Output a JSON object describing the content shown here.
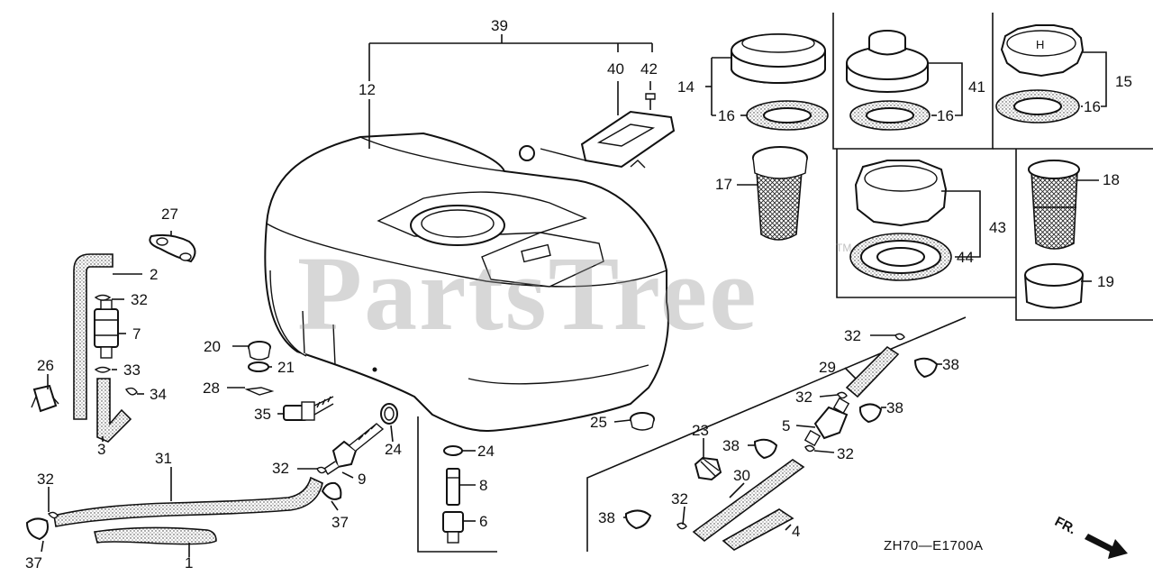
{
  "watermark": {
    "text": "PartsTree",
    "mark": "TM"
  },
  "drawing_code": "ZH70—E1700A",
  "front_label": "FR.",
  "callouts": [
    {
      "id": "c39",
      "text": "39"
    },
    {
      "id": "c12",
      "text": "12"
    },
    {
      "id": "c40",
      "text": "40"
    },
    {
      "id": "c42",
      "text": "42"
    },
    {
      "id": "c14",
      "text": "14"
    },
    {
      "id": "c16a",
      "text": "16"
    },
    {
      "id": "c17",
      "text": "17"
    },
    {
      "id": "c41",
      "text": "41"
    },
    {
      "id": "c16b",
      "text": "16"
    },
    {
      "id": "c15",
      "text": "15"
    },
    {
      "id": "c16c",
      "text": "16"
    },
    {
      "id": "c18",
      "text": "18"
    },
    {
      "id": "c43",
      "text": "43"
    },
    {
      "id": "c44",
      "text": "44"
    },
    {
      "id": "c19",
      "text": "19"
    },
    {
      "id": "c27",
      "text": "27"
    },
    {
      "id": "c2",
      "text": "2"
    },
    {
      "id": "c32a",
      "text": "32"
    },
    {
      "id": "c7",
      "text": "7"
    },
    {
      "id": "c26",
      "text": "26"
    },
    {
      "id": "c33",
      "text": "33"
    },
    {
      "id": "c34",
      "text": "34"
    },
    {
      "id": "c3",
      "text": "3"
    },
    {
      "id": "c20",
      "text": "20"
    },
    {
      "id": "c21",
      "text": "21"
    },
    {
      "id": "c28",
      "text": "28"
    },
    {
      "id": "c35",
      "text": "35"
    },
    {
      "id": "c24a",
      "text": "24"
    },
    {
      "id": "c24b",
      "text": "24"
    },
    {
      "id": "c31",
      "text": "31"
    },
    {
      "id": "c32b",
      "text": "32"
    },
    {
      "id": "c9",
      "text": "9"
    },
    {
      "id": "c37a",
      "text": "37"
    },
    {
      "id": "c32c",
      "text": "32"
    },
    {
      "id": "c37b",
      "text": "37"
    },
    {
      "id": "c1",
      "text": "1"
    },
    {
      "id": "c8",
      "text": "8"
    },
    {
      "id": "c6",
      "text": "6"
    },
    {
      "id": "c25",
      "text": "25"
    },
    {
      "id": "c32d",
      "text": "32"
    },
    {
      "id": "c38a",
      "text": "38"
    },
    {
      "id": "c29",
      "text": "29"
    },
    {
      "id": "c32e",
      "text": "32"
    },
    {
      "id": "c38b",
      "text": "38"
    },
    {
      "id": "c5",
      "text": "5"
    },
    {
      "id": "c32f",
      "text": "32"
    },
    {
      "id": "c23",
      "text": "23"
    },
    {
      "id": "c38c",
      "text": "38"
    },
    {
      "id": "c30",
      "text": "30"
    },
    {
      "id": "c32g",
      "text": "32"
    },
    {
      "id": "c38d",
      "text": "38"
    },
    {
      "id": "c4",
      "text": "4"
    }
  ],
  "icons": [
    "fuel-tank-icon",
    "fuel-cap-icon",
    "fuel-strainer-icon",
    "fuel-filter-icon",
    "hose-icon",
    "hose-clip-icon",
    "fuel-valve-icon",
    "front-arrow-icon"
  ]
}
